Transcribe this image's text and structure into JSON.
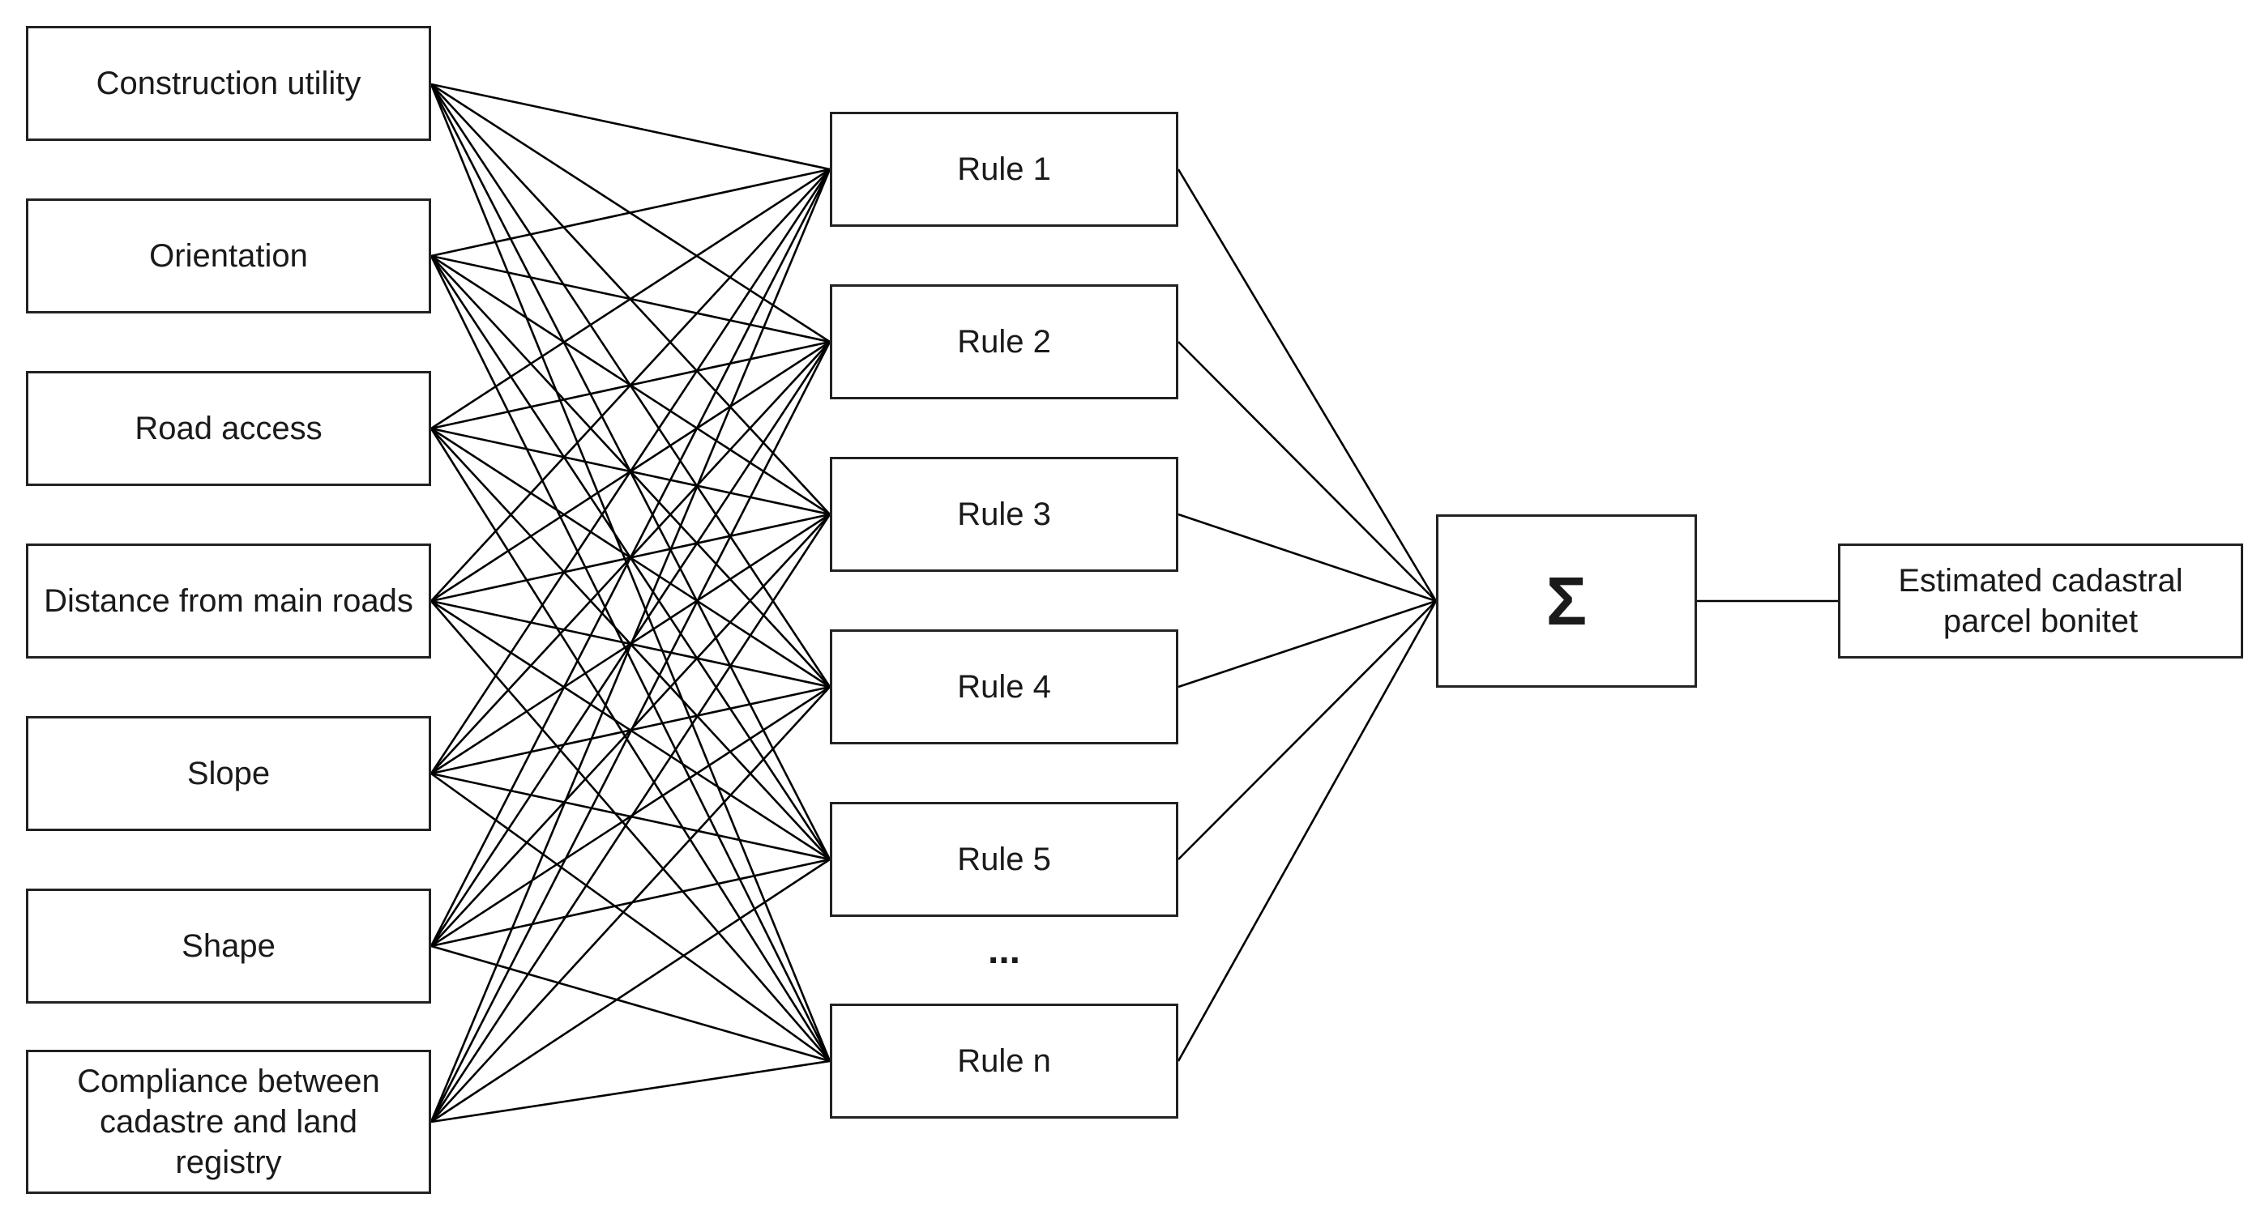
{
  "inputs": [
    "Construction utility",
    "Orientation",
    "Road access",
    "Distance from main roads",
    "Slope",
    "Shape",
    "Compliance between cadastre and land registry"
  ],
  "rules": [
    "Rule 1",
    "Rule 2",
    "Rule 3",
    "Rule 4",
    "Rule 5",
    "Rule n"
  ],
  "ellipsis": "...",
  "sum_node": "Σ",
  "output": "Estimated cadastral parcel bonitet",
  "colors": {
    "line": "#000000",
    "border": "#222222",
    "background": "#ffffff"
  }
}
